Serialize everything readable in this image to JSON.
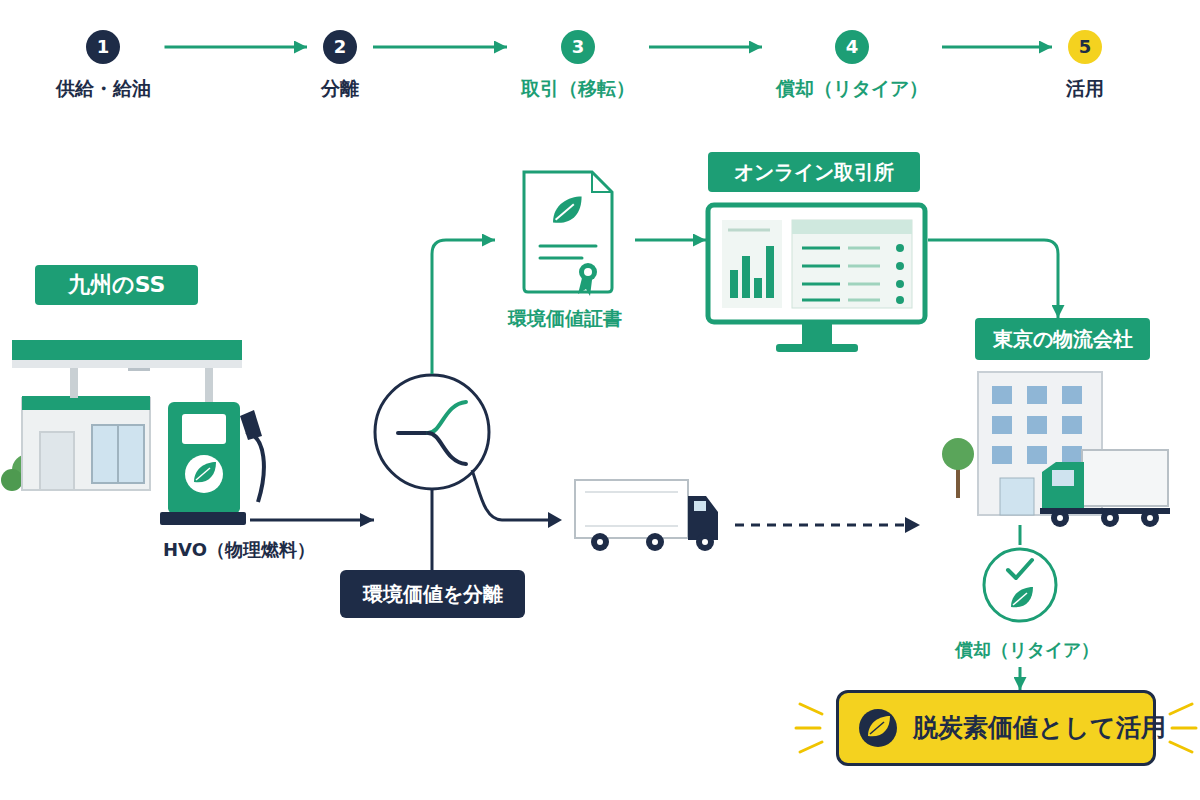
{
  "diagram": {
    "nodes": [
      {
        "text": [
          "1",
          "供給・給油"
        ]
      },
      {
        "text": [
          "2",
          "分離"
        ]
      },
      {
        "text": [
          "3",
          "取引（移転）"
        ]
      },
      {
        "text": [
          "4",
          "償却（リタイア）"
        ]
      },
      {
        "text": [
          "5",
          "活用"
        ]
      },
      {
        "text": [
          "九州のSS"
        ]
      },
      {
        "text": [
          "環境価値を分離"
        ]
      },
      {
        "text": [
          "環境価値証書"
        ]
      },
      {
        "text": [
          "オンライン取引所"
        ]
      },
      {
        "text": [
          "東京の物流会社"
        ]
      },
      {
        "text": [
          "償却（リタイア）"
        ]
      },
      {
        "text": [
          "脱炭素価値として活用"
        ]
      }
    ],
    "edges": [
      {
        "from": 0,
        "to": 1,
        "arrow": "to"
      },
      {
        "from": 1,
        "to": 2,
        "arrow": "to"
      },
      {
        "from": 2,
        "to": 3,
        "arrow": "to"
      },
      {
        "from": 3,
        "to": 4,
        "arrow": "to"
      },
      {
        "from": 5,
        "to": 6,
        "arrow": "to"
      },
      {
        "from": 6,
        "to": 7,
        "arrow": "to"
      },
      {
        "from": 7,
        "to": 8,
        "arrow": "to"
      },
      {
        "from": 8,
        "to": 9,
        "arrow": "to"
      },
      {
        "from": 9,
        "to": 10,
        "arrow": "none"
      },
      {
        "from": 10,
        "to": 11,
        "arrow": "to"
      }
    ],
    "labels": [
      "HVO（物理燃料）"
    ]
  }
}
